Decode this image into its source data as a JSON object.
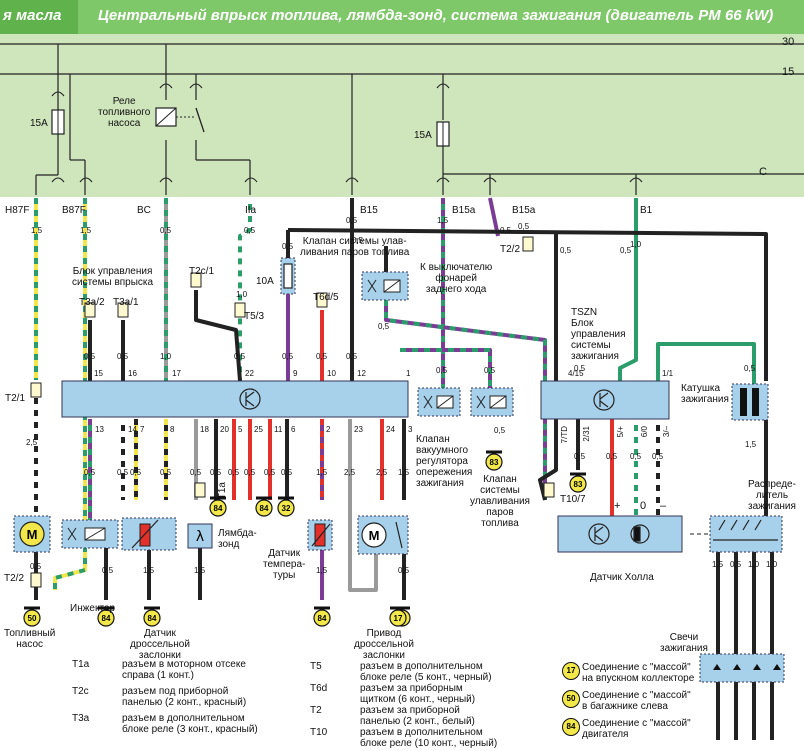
{
  "header": {
    "left_fragment": "я масла",
    "title": "Центральный впрыск топлива, лямбда-зонд, система зажигания (двигатель  PM 66 kW)"
  },
  "colors": {
    "green_band": "#cfe6bd",
    "header": "#7fc86a",
    "block_fill": "#a7d0ea",
    "wire_green": "#2a9d6a",
    "wire_yellow": "#f2e64a",
    "wire_red": "#e2302b",
    "wire_purple": "#7b3c96",
    "wire_black": "#222222",
    "wire_grey": "#9a9a9a",
    "ground_badge": "#f3e84a"
  },
  "rails": {
    "r30": "30",
    "r15": "15",
    "rc": "C"
  },
  "fuses": {
    "f1": "15A",
    "f2": "15A",
    "f3": "10A"
  },
  "relay_label": "Реле\nтопливного\nнасоса",
  "wire_labels": {
    "h87f": "H87F",
    "b87f": "B87F",
    "bc": "BC",
    "iia": "IIa",
    "b15": "B15",
    "b15a_1": "B15a",
    "b15a_2": "B15a",
    "b1": "B1"
  },
  "wire_sizes": {
    "a": "1,5",
    "b": "1,5",
    "c": "0,5",
    "d": "0,5",
    "e": "0,5",
    "f": "1,5",
    "g": "0,5",
    "h": "1,0",
    "i": "1,0",
    "j": "2,5",
    "k": "0,5",
    "l": "0,5",
    "m": "1,0",
    "n": "0,5",
    "o": "0,5",
    "p": "0,5",
    "q": "0,5",
    "r": "0,5",
    "s": "0,5",
    "t": "0,5",
    "u": "0,5",
    "v": "0,5",
    "w": "0,5",
    "x": "0,5",
    "y": "0,5",
    "z": "0,5",
    "aa": "0,5",
    "ab": "0,5",
    "ac": "0,5",
    "ad": "0,5",
    "ae": "1,5",
    "af": "2,5",
    "ag": "2,5",
    "ah": "1,5",
    "ai": "0,5",
    "aj": "1,5",
    "ak": "1,5",
    "al": "1,5",
    "am": "0,5",
    "an": "0,5",
    "ao": "0,5",
    "ap": "0,5",
    "aq": "0,5",
    "ar": "0,5",
    "as": "0,5",
    "at": "0,5",
    "au": "0,5",
    "av": "0,5",
    "aw": "0,5",
    "ax": "0,5",
    "ay": "1,5",
    "az": "1,5",
    "ba": "0,5",
    "bb": "1,0",
    "bc": "1,0",
    "bd": "0,5",
    "be": "0,5"
  },
  "components": {
    "fuel_canister_valve_top": "Клапан системы улав-\nливания паров топлива",
    "reverse_switch": "К выключателю\nфонарей\nзаднего хода",
    "t22": "T2/2",
    "injection_ecu": "Блок управления\nсистемы впрыска",
    "t2c1": "T2c/1",
    "t53": "T5/3",
    "t6d5": "T6d/5",
    "t3a2": "T3a/2",
    "t3a1": "T3a/1",
    "t21": "T2/1",
    "tszn": "TSZN\nБлок\nуправления\nсистемы\nзажигания",
    "ignition_coil": "Катушка\nзажигания",
    "vacuum_valve": "Клапан\nвакуумного\nрегулятора\nопережения\nзажигания",
    "canister_valve": "Клапан\nсистемы\nулавливания\nпаров\nтоплива",
    "t107": "T10/7",
    "t1a": "T1a",
    "lambda": "Лямбда-\nзонд",
    "temp_sensor": "Датчик\nтемпера-\nтуры",
    "distributor": "Распреде-\nлитель\nзажигания",
    "hall_sensor": "Датчик Холла",
    "t22b": "T2/2",
    "injector": "Инжектор",
    "fuel_pump": "Топливный\nнасос",
    "throttle_sensor": "Датчик\nдроссельной\nзаслонки",
    "throttle_drive": "Привод\nдроссельной\nзаслонки",
    "spark_plugs": "Свечи\nзажигания"
  },
  "ecu_pins_top": [
    "15",
    "16",
    "17",
    "22",
    "9",
    "10",
    "12",
    "1"
  ],
  "ecu_pins_bottom": [
    "13",
    "14",
    "7",
    "8",
    "18",
    "20",
    "5",
    "25",
    "11",
    "6",
    "2",
    "23",
    "24",
    "3"
  ],
  "tszn_pins_top": [
    "4/15",
    "1/1"
  ],
  "tszn_pins_bottom": [
    "7/TD",
    "2/31",
    "5/+",
    "6/0",
    "3/–"
  ],
  "hall_pins": [
    "+",
    "0",
    "–"
  ],
  "ground_badges": [
    "50",
    "84",
    "84",
    "17",
    "84",
    "84",
    "32",
    "84",
    "17",
    "83",
    "83"
  ],
  "legend_left": [
    {
      "code": "T1a",
      "text": "разъем в моторном отсеке\nсправа (1 конт.)"
    },
    {
      "code": "T2c",
      "text": "разъем под приборной\nпанелью (2 конт., красный)"
    },
    {
      "code": "T3a",
      "text": "разъем в дополнительном\nблоке реле (3 конт., красный)"
    }
  ],
  "legend_mid": [
    {
      "code": "T5",
      "text": "разъем в дополнительном\nблоке реле (5 конт., черный)"
    },
    {
      "code": "T6d",
      "text": "разъем за приборным\nщитком (6 конт., черный)"
    },
    {
      "code": "T2",
      "text": "разъем за приборной\nпанелью (2 конт., белый)"
    },
    {
      "code": "T10",
      "text": "разъем в дополнительном\nблоке реле (10 конт., черный)"
    }
  ],
  "legend_right": [
    {
      "code": "17",
      "text": "Соединение с \"массой\"\nна впускном коллекторе"
    },
    {
      "code": "50",
      "text": "Соединение с \"массой\"\nв багажнике слева"
    },
    {
      "code": "84",
      "text": "Соединение с \"массой\"\nдвигателя"
    }
  ]
}
